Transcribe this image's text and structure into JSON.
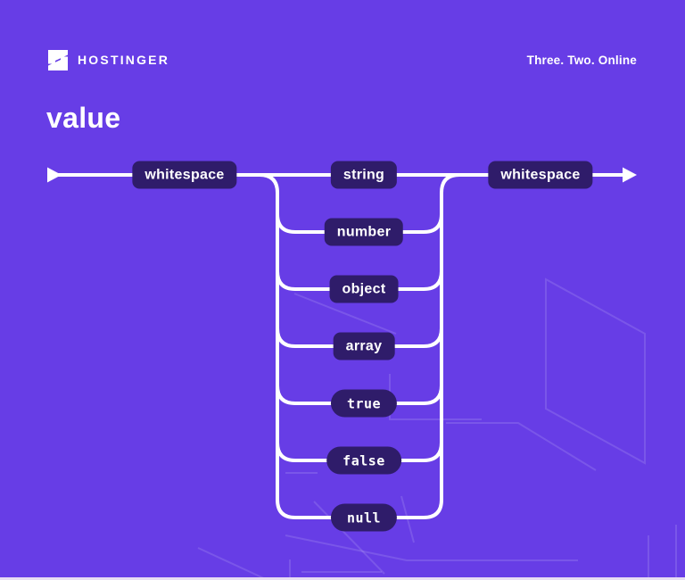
{
  "header": {
    "brand": "HOSTINGER",
    "tagline": "Three. Two. Online"
  },
  "title": "value",
  "diagram": {
    "type": "railroad",
    "rule_name": "value",
    "start_node": "whitespace",
    "end_node": "whitespace",
    "branches": [
      {
        "label": "string",
        "style": "keyword"
      },
      {
        "label": "number",
        "style": "keyword"
      },
      {
        "label": "object",
        "style": "keyword"
      },
      {
        "label": "array",
        "style": "keyword"
      },
      {
        "label": "true",
        "style": "literal"
      },
      {
        "label": "false",
        "style": "literal"
      },
      {
        "label": "null",
        "style": "literal"
      }
    ]
  },
  "colors": {
    "background": "#673DE6",
    "node_fill": "#2F1C6A",
    "line": "#FFFFFF",
    "decor_line": "rgba(255,255,255,0.13)",
    "bottom_strip": "#E8DDF3"
  }
}
